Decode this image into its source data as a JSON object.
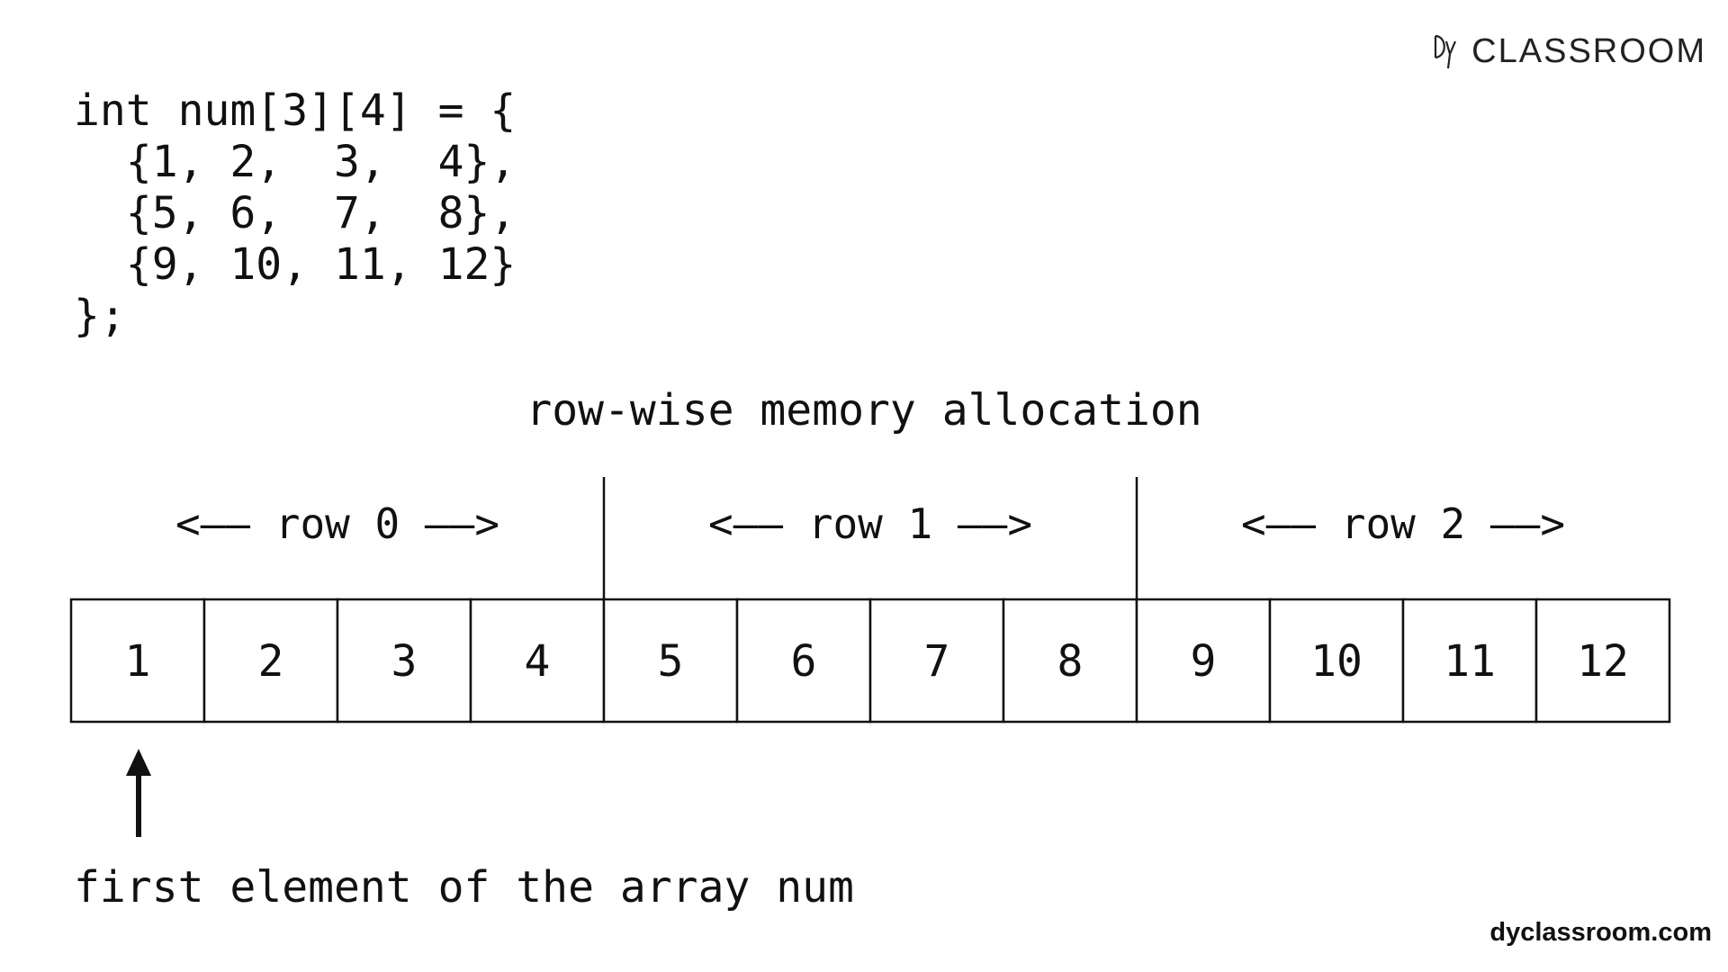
{
  "logo": {
    "mark_icon": "dy-monogram-icon",
    "text": "CLASSROOM"
  },
  "code": {
    "lines": [
      "int num[3][4] = {",
      "  {1, 2,  3,  4},",
      "  {5, 6,  7,  8},",
      "  {9, 10, 11, 12}",
      "};"
    ]
  },
  "diagram": {
    "title": "row-wise memory allocation",
    "rows": [
      {
        "label": "<—— row 0 ——>",
        "values": [
          "1",
          "2",
          "3",
          "4"
        ]
      },
      {
        "label": "<—— row 1 ——>",
        "values": [
          "5",
          "6",
          "7",
          "8"
        ]
      },
      {
        "label": "<—— row 2 ——>",
        "values": [
          "9",
          "10",
          "11",
          "12"
        ]
      }
    ],
    "pointer": {
      "icon": "up-arrow-icon",
      "target_index": 0,
      "label": "first element of the array num"
    }
  },
  "footer": {
    "site": "dyclassroom.com"
  }
}
